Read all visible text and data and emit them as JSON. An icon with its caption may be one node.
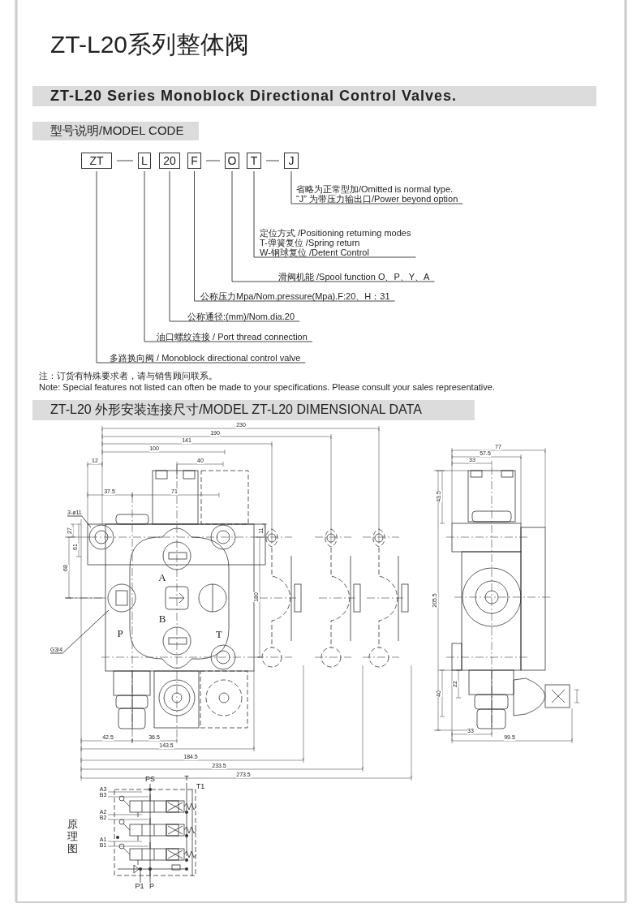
{
  "diagram": {
    "title": "ZT-L20系列整体阀",
    "nodes": [
      {
        "text": [
          "ZT"
        ]
      },
      {
        "text": [
          "L"
        ]
      },
      {
        "text": [
          "20"
        ]
      },
      {
        "text": [
          "F"
        ]
      },
      {
        "text": [
          "O"
        ]
      },
      {
        "text": [
          "T"
        ]
      },
      {
        "text": [
          "J"
        ]
      },
      {
        "text": [
          "省略为正常型加/Omitted is normal type.",
          "“J” 为带压力输出口/Power beyond option"
        ]
      },
      {
        "text": [
          "定位方式 /Positioning returning modes",
          "T-弹簧复位 /Spring return",
          "W-钢球复位 /Detent Control"
        ]
      },
      {
        "text": [
          "滑阀机能 /Spool function O、P、Y、A"
        ]
      },
      {
        "text": [
          "公称压力Mpa/Nom.pressure(Mpa).F:20、H：31"
        ]
      },
      {
        "text": [
          "公称通径:(mm)/Nom.dia.20"
        ]
      },
      {
        "text": [
          "油口螺纹连接 / Port thread connection"
        ]
      },
      {
        "text": [
          "多路换向阀 / Monoblock directional control valve"
        ]
      },
      {
        "text": [
          "3-ø11"
        ]
      },
      {
        "text": [
          "G3/4"
        ]
      }
    ],
    "edges": [
      {
        "from": 0,
        "to": 1,
        "arrow": "none"
      },
      {
        "from": 3,
        "to": 4,
        "arrow": "none"
      },
      {
        "from": 5,
        "to": 6,
        "arrow": "none"
      },
      {
        "from": 6,
        "to": 7,
        "arrow": "none"
      },
      {
        "from": 5,
        "to": 8,
        "arrow": "none"
      },
      {
        "from": 4,
        "to": 9,
        "arrow": "none"
      },
      {
        "from": 3,
        "to": 10,
        "arrow": "none"
      },
      {
        "from": 2,
        "to": 11,
        "arrow": "none"
      },
      {
        "from": 1,
        "to": 12,
        "arrow": "none"
      },
      {
        "from": 0,
        "to": 13,
        "arrow": "none"
      },
      {
        "from": 14,
        "to": null,
        "arrow": "none"
      },
      {
        "from": 15,
        "to": null,
        "arrow": "none"
      }
    ],
    "labels": [
      "ZT-L20 Series Monoblock Directional Control Valves.",
      "型号说明/MODEL CODE",
      "注：订货有特殊要求者，请与销售顾问联系。",
      "Note: Special features not listed can often be made to your specifications. Please consult your sales representative.",
      "ZT-L20 外形安装连接尺寸/MODEL ZT-L20 DIMENSIONAL DATA",
      "230",
      "190",
      "141",
      "100",
      "12",
      "40",
      "37.5",
      "71",
      "27",
      "61",
      "68",
      "11",
      "180",
      "A",
      "B",
      "P",
      "T",
      "42.5",
      "36.5",
      "143.5",
      "184.5",
      "233.5",
      "273.5",
      "77",
      "57.5",
      "33",
      "43.5",
      "205.5",
      "40",
      "22",
      "33",
      "99.5",
      "PS",
      "T",
      "T1",
      "A3",
      "B3",
      "A2",
      "B2",
      "A1",
      "B1",
      "原理图",
      "P1",
      "P"
    ]
  }
}
